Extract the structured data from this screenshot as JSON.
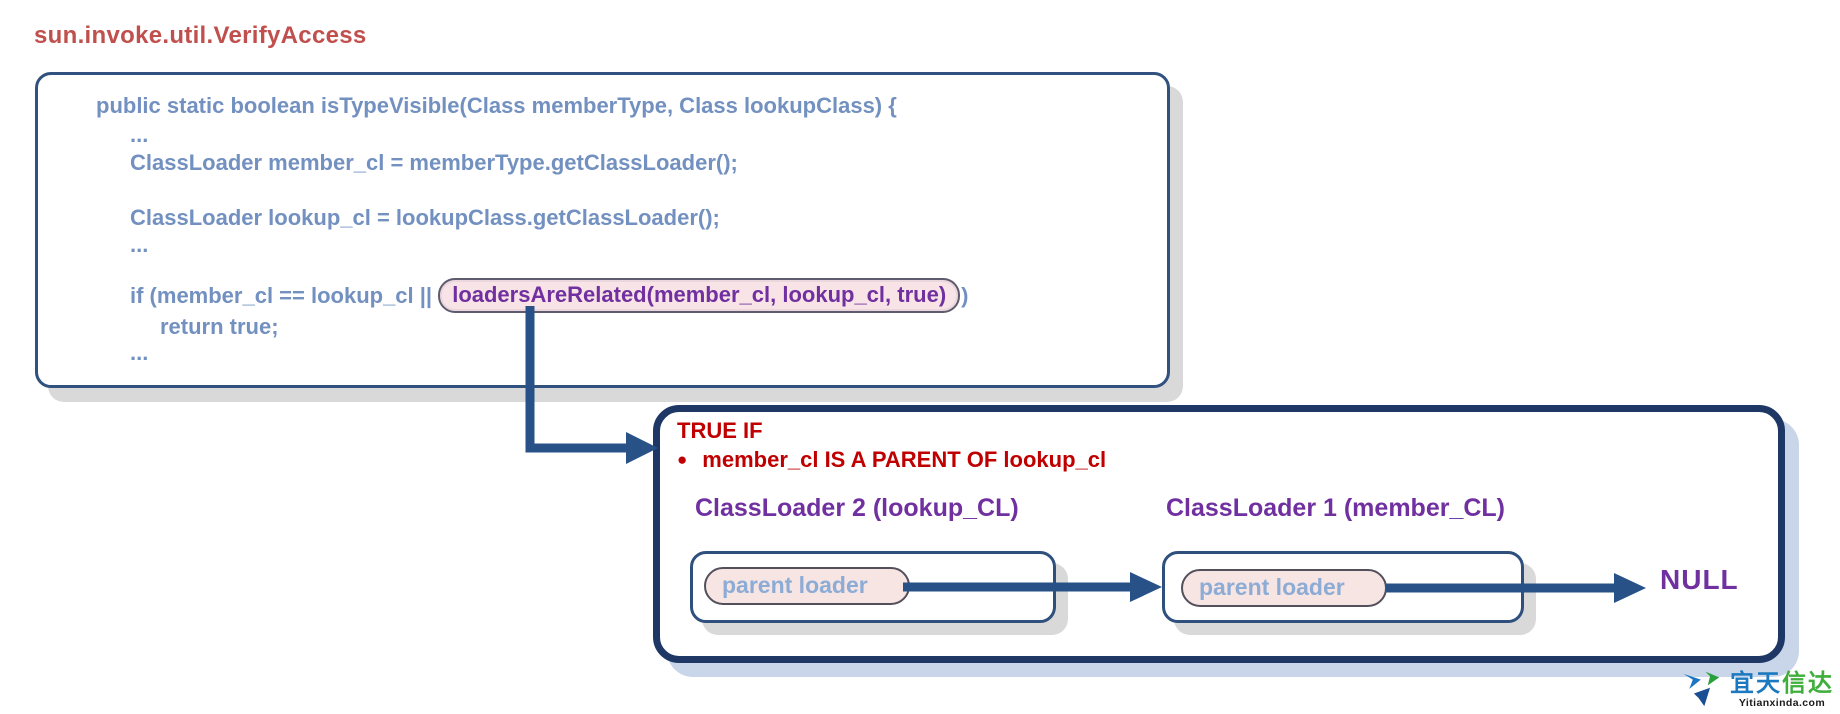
{
  "page": {
    "title": "sun.invoke.util.VerifyAccess"
  },
  "code": {
    "signature": "public static boolean isTypeVisible(Class memberType, Class lookupClass) {",
    "ellipsis": "...",
    "member_line": "ClassLoader member_cl = memberType.getClassLoader();",
    "lookup_line": "ClassLoader lookup_cl = lookupClass.getClassLoader();",
    "if_prefix": "if (member_cl == lookup_cl || ",
    "if_highlight": "loadersAreRelated(member_cl, lookup_cl, true)",
    "if_suffix": ")",
    "return_line": "return true;"
  },
  "callout": {
    "condition_title": "TRUE IF",
    "bullet_glyph": "●",
    "condition_bullet": "member_cl IS A PARENT OF lookup_cl",
    "loader2_title": "ClassLoader 2 (lookup_CL)",
    "loader1_title": "ClassLoader 1 (member_CL)",
    "loader2_pill": "parent loader",
    "loader1_pill": "parent loader",
    "null_label": "NULL"
  },
  "logo": {
    "name_blue": "宜天",
    "name_green": "信达",
    "domain": "Yitianxinda.com"
  },
  "colors": {
    "title_red": "#c0504d",
    "code_blue": "#7290c0",
    "navy_border": "#1e3765",
    "arrow_navy": "#275187",
    "purple": "#7030a0",
    "alert_red": "#c00000",
    "pill_pink": "#f7e5e3",
    "pill_text_blue": "#8cacd6",
    "box_shadow_gray": "#d9d9d9",
    "callout_shadow_blue": "#c9d5e9"
  }
}
